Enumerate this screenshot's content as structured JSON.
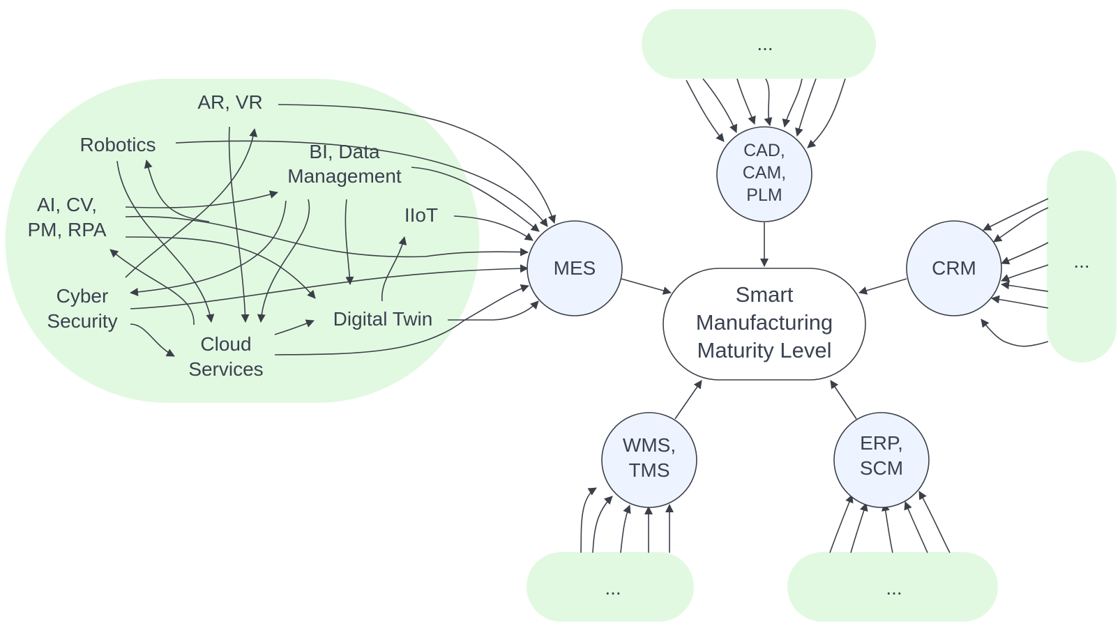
{
  "colors": {
    "cluster_fill": "#e2f9e1",
    "node_fill": "#edf4ff",
    "edge": "#3b3f48",
    "text": "#3a4150"
  },
  "center": {
    "lines": [
      "Smart",
      "Manufacturing",
      "Maturity Level"
    ]
  },
  "nodes": {
    "mes": {
      "lines": [
        "MES"
      ]
    },
    "cad": {
      "lines": [
        "CAD,",
        "CAM,",
        "PLM"
      ]
    },
    "crm": {
      "lines": [
        "CRM"
      ]
    },
    "wms": {
      "lines": [
        "WMS,",
        "TMS"
      ]
    },
    "erp": {
      "lines": [
        "ERP,",
        "SCM"
      ]
    }
  },
  "technologies": {
    "ar_vr": {
      "lines": [
        "AR, VR"
      ]
    },
    "robotics": {
      "lines": [
        "Robotics"
      ]
    },
    "bi": {
      "lines": [
        "BI, Data",
        "Management"
      ]
    },
    "ai": {
      "lines": [
        "AI, CV,",
        "PM, RPA"
      ]
    },
    "iiot": {
      "lines": [
        "IIoT"
      ]
    },
    "cyber": {
      "lines": [
        "Cyber",
        "Security"
      ]
    },
    "digital_twin": {
      "lines": [
        "Digital Twin"
      ]
    },
    "cloud": {
      "lines": [
        "Cloud",
        "Services"
      ]
    }
  },
  "placeholders": {
    "cad_group": "...",
    "crm_group": "...",
    "wms_group": "...",
    "erp_group": "..."
  }
}
